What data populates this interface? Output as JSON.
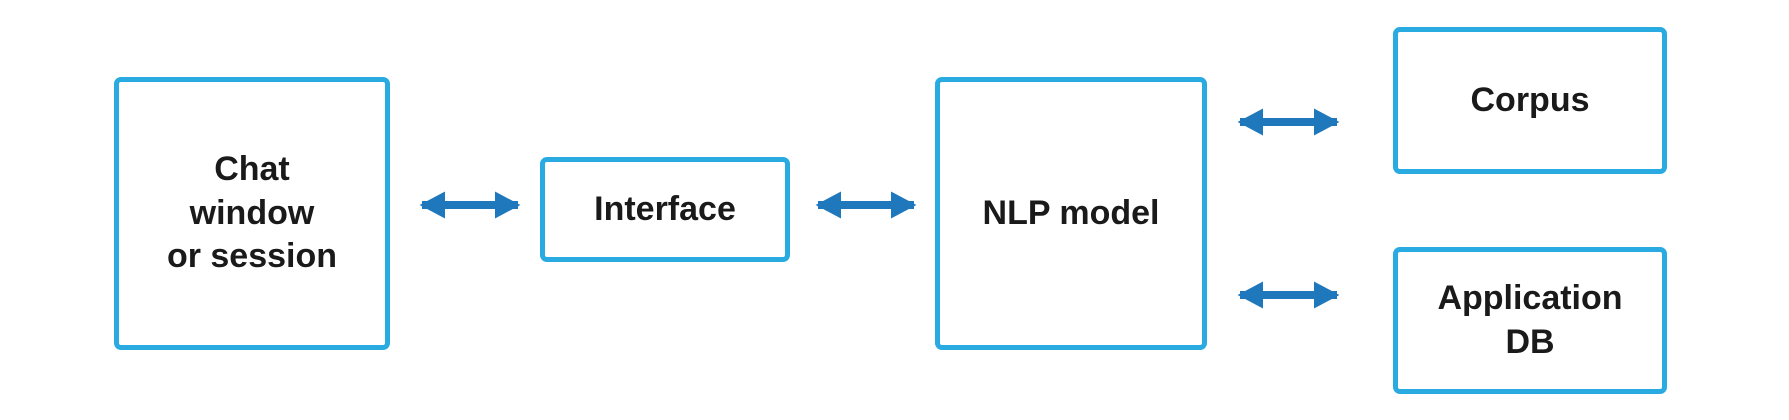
{
  "diagram": {
    "nodes": {
      "chat": {
        "lines": [
          "Chat",
          "window",
          "or session"
        ]
      },
      "interface": {
        "label": "Interface"
      },
      "nlp": {
        "label": "NLP model"
      },
      "corpus": {
        "label": "Corpus"
      },
      "appdb": {
        "lines": [
          "Application",
          "DB"
        ]
      }
    },
    "edges": [
      {
        "from": "chat",
        "to": "interface",
        "direction": "both"
      },
      {
        "from": "interface",
        "to": "nlp",
        "direction": "both"
      },
      {
        "from": "nlp",
        "to": "corpus",
        "direction": "both"
      },
      {
        "from": "nlp",
        "to": "appdb",
        "direction": "both"
      }
    ],
    "colors": {
      "box_border": "#29ABE2",
      "arrow": "#1F77BC",
      "text": "#1a1a1a"
    }
  }
}
